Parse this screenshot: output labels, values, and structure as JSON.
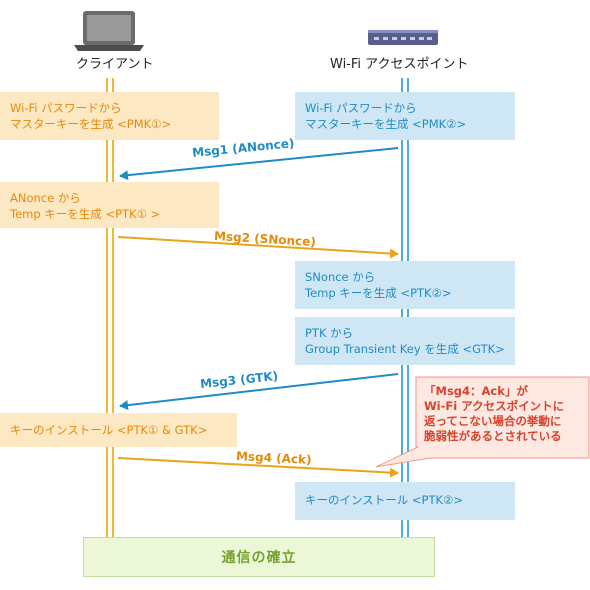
{
  "actors": {
    "client": {
      "label": "クライアント",
      "icon": "laptop-icon"
    },
    "ap": {
      "label": "Wi-Fi アクセスポイント",
      "icon": "router-icon"
    }
  },
  "boxes": {
    "client_pmk": {
      "line1": "Wi-Fi パスワードから",
      "line2": "マスターキーを生成 <PMK①>"
    },
    "ap_pmk": {
      "line1": "Wi-Fi パスワードから",
      "line2": "マスターキーを生成 <PMK②>"
    },
    "client_ptk": {
      "line1": "ANonce から",
      "line2": "Temp キーを生成 <PTK① >"
    },
    "ap_ptk": {
      "line1": "SNonce から",
      "line2": "Temp キーを生成 <PTK②>"
    },
    "ap_gtk": {
      "line1": "PTK から",
      "line2": "Group Transient Key を生成 <GTK>"
    },
    "client_install": {
      "line1": "キーのインストール <PTK① & GTK>"
    },
    "ap_install": {
      "line1": "キーのインストール <PTK②>"
    }
  },
  "messages": {
    "msg1": "Msg1 (ANonce)",
    "msg2": "Msg2 (SNonce)",
    "msg3": "Msg3 (GTK)",
    "msg4": "Msg4 (Ack)"
  },
  "callout": {
    "line1": "「Msg4：Ack」が",
    "line2": "Wi-Fi アクセスポイントに",
    "line3": "返ってこない場合の挙動に",
    "line4": "脆弱性があるとされている"
  },
  "final": {
    "label": "通信の確立"
  },
  "colors": {
    "client": "#e58a0a",
    "ap": "#1f8cc5",
    "callout": "#d9432b",
    "final": "#73a22d"
  }
}
